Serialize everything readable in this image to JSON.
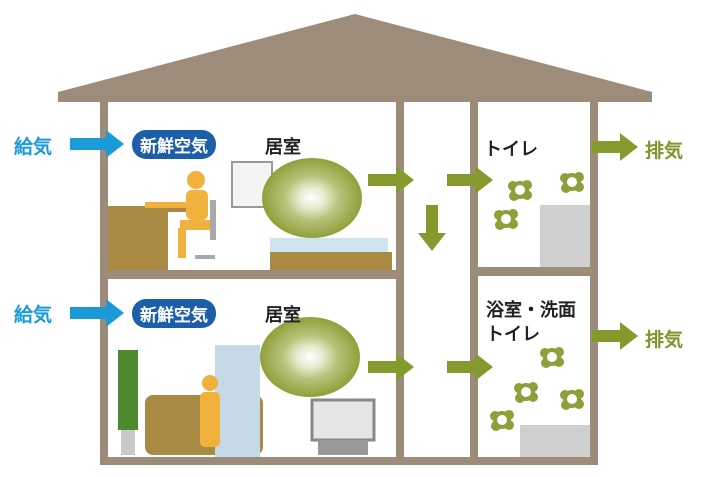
{
  "colors": {
    "wall": "#9d8c79",
    "supply": "#1a9ad6",
    "pill": "#1d5ea8",
    "exhaust": "#849a2c",
    "furniture": "#a88a45",
    "person": "#f0b23c"
  },
  "floors": [
    {
      "supply_label": "給気",
      "fresh_air_label": "新鮮空気",
      "room_label": "居室",
      "exhaust_room_label": "トイレ",
      "exhaust_label": "排気"
    },
    {
      "supply_label": "給気",
      "fresh_air_label": "新鮮空気",
      "room_label": "居室",
      "exhaust_room_label_line1": "浴室・洗面",
      "exhaust_room_label_line2": "トイレ",
      "exhaust_label": "排気"
    }
  ]
}
